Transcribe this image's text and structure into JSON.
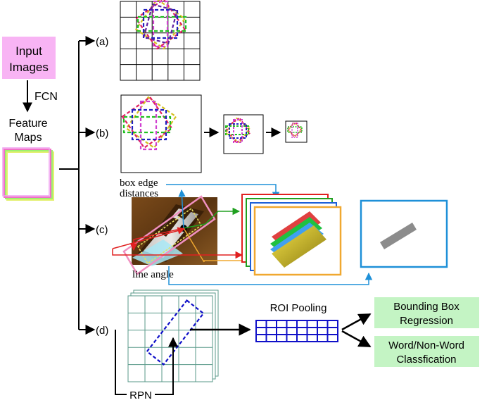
{
  "input_box": {
    "label_line1": "Input",
    "label_line2": "Images",
    "fill": "#f8b4f4"
  },
  "fcn_label": "FCN",
  "feature_maps": {
    "line1": "Feature",
    "line2": "Maps"
  },
  "branches": {
    "a": "(a)",
    "b": "(b)",
    "c": "(c)",
    "d": "(d)"
  },
  "panel_c": {
    "box_edge_line1": "box edge",
    "box_edge_line2": "distances",
    "line_angle": "line angle"
  },
  "panel_d": {
    "roi_pooling": "ROI Pooling",
    "rpn": "RPN"
  },
  "outputs": {
    "bbox_line1": "Bounding Box",
    "bbox_line2": "Regression",
    "word_line1": "Word/Non-Word",
    "word_line2": "Classfication",
    "fill": "#c4f4c4"
  },
  "colors": {
    "blue_accent": "#1e90d8",
    "roi_blue": "#1010c8",
    "orange": "#f0a830",
    "grid_teal": "#5a9a8a"
  }
}
